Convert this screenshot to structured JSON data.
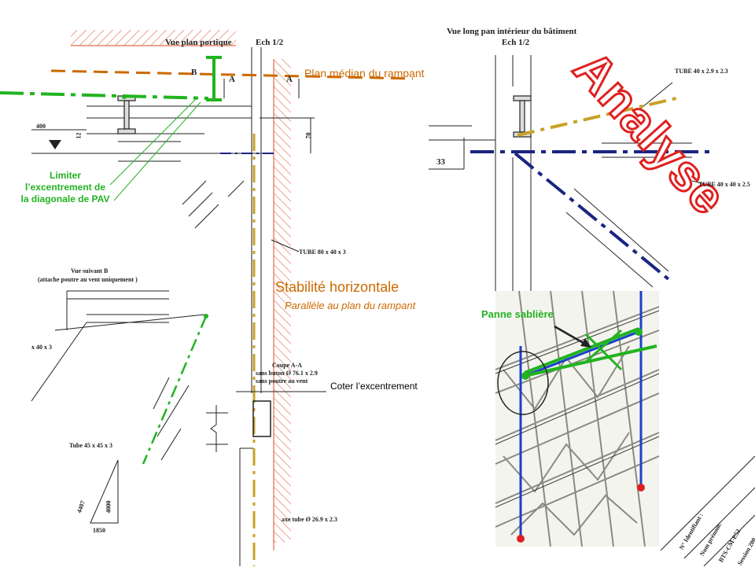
{
  "slide": {
    "stamp": "Analyse",
    "stability_title": "Stabilité horizontale",
    "stability_subtitle": "Parallèle au plan du rampant",
    "plan_median": "Plan médian du rampant",
    "limiter_line1": "Limiter",
    "limiter_line2": "l’excentrement de",
    "limiter_line3": "la diagonale de PAV",
    "coter": "Coter l’excentrement",
    "panne": "Panne sablière"
  },
  "drawing": {
    "vue_plan": "Vue plan portique",
    "ech_left": "Ech 1/2",
    "vue_long_pan": "Vue long pan intérieur du bâtiment",
    "ech_right": "Ech 1/2",
    "mark_b": "B",
    "mark_a1": "A",
    "mark_a2": "A",
    "dim_400": "400",
    "dim_70": "70",
    "dim_12": "12",
    "dim_33": "33",
    "tube_80": "TUBE 80 x 40 x 3",
    "tube_40_right": "TUBE 40 x 40 x 2.5",
    "tube_top_right": "TUBE 40 x 2.9 x 2.3",
    "vue_suivant_b": "Vue suivant B",
    "attache": "(attache poutre au vent uniquement )",
    "tube_40_left": "x 40 x 3",
    "tube_45": "Tube 45 x 45 x 3",
    "dim_4407": "4407",
    "dim_4000": "4000",
    "dim_1850": "1850",
    "coupe_aa": "Coupe A-A",
    "buton": "sans buton Ø 76.1 x 2.9",
    "sans_poutre": "sans poutre au vent",
    "axe_tube": "axe tube Ø 26.9 x 2.3",
    "title_block": [
      "N° Identifiant :",
      "Nom prénom:",
      "BTS-CM-E52",
      "Session 200"
    ]
  },
  "colors": {
    "green": "#22b320",
    "orange_dash": "#cc6a00",
    "gold_dash": "#c9a227",
    "navy": "#1a2580",
    "blue": "#1a3fcc",
    "salmon": "#e5866b",
    "red": "#e02020",
    "stamp_red": "#e02020"
  }
}
